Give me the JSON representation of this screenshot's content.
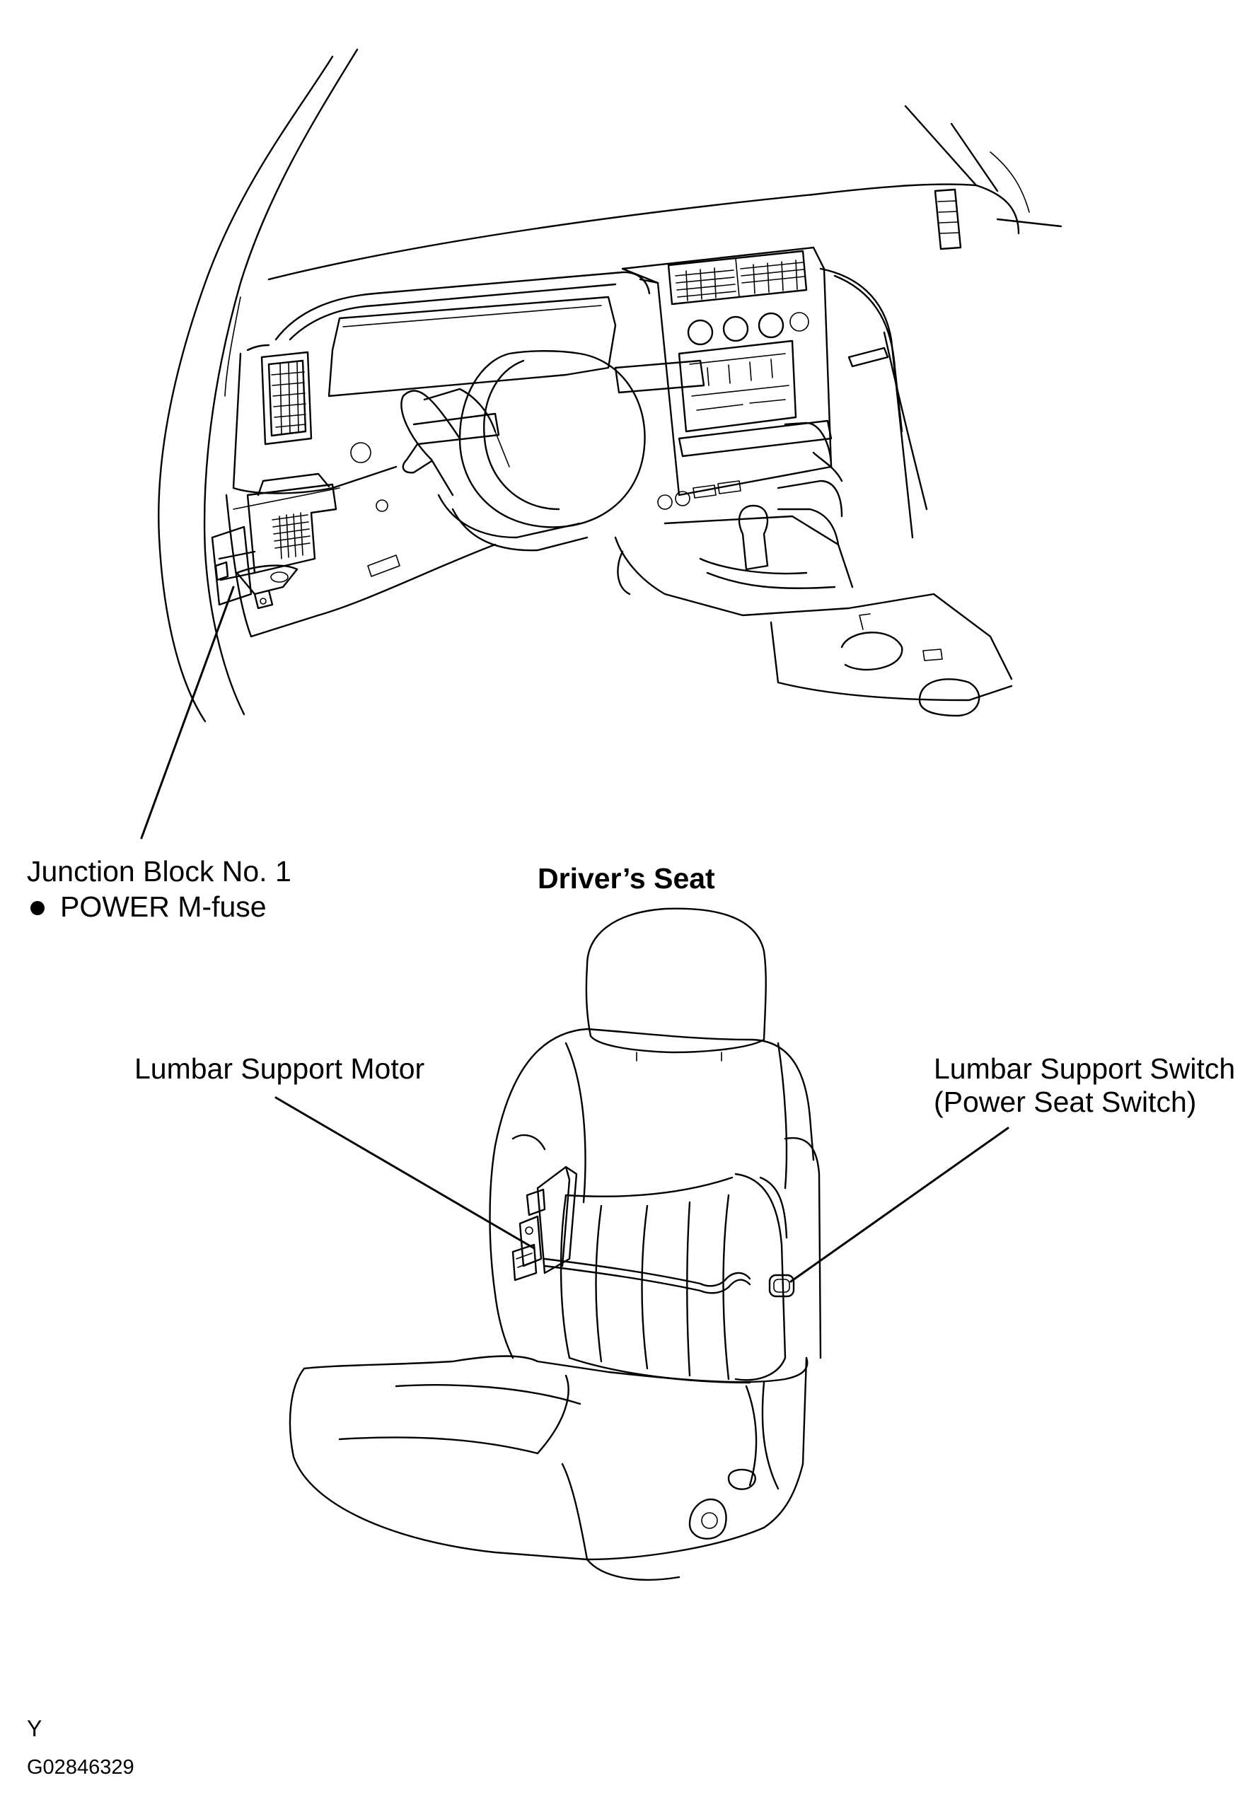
{
  "labels": {
    "junction_block": "Junction Block No. 1",
    "power_fuse": "POWER M-fuse",
    "drivers_seat": "Driver’s Seat",
    "lumbar_motor": "Lumbar Support Motor",
    "lumbar_switch_line1": "Lumbar Support Switch",
    "lumbar_switch_line2": "(Power Seat Switch)"
  },
  "footer": {
    "code_letter": "Y",
    "figure_id": "G02846329"
  }
}
